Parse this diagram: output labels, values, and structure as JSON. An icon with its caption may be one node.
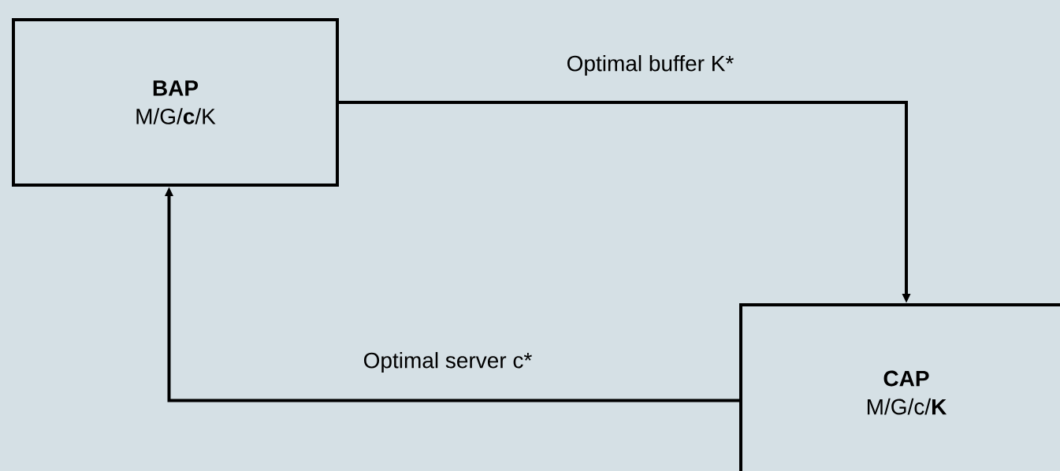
{
  "diagram": {
    "nodes": [
      {
        "text": [
          "BAP",
          "M/G/**c**/K"
        ]
      },
      {
        "text": [
          "CAP",
          "M/G/c/**K**"
        ]
      }
    ],
    "edges": [
      {
        "from": 0,
        "to": 1,
        "arrow": "to",
        "label": "Optimal buffer K*"
      },
      {
        "from": 1,
        "to": 0,
        "arrow": "to",
        "label": "Optimal server c*"
      }
    ]
  }
}
